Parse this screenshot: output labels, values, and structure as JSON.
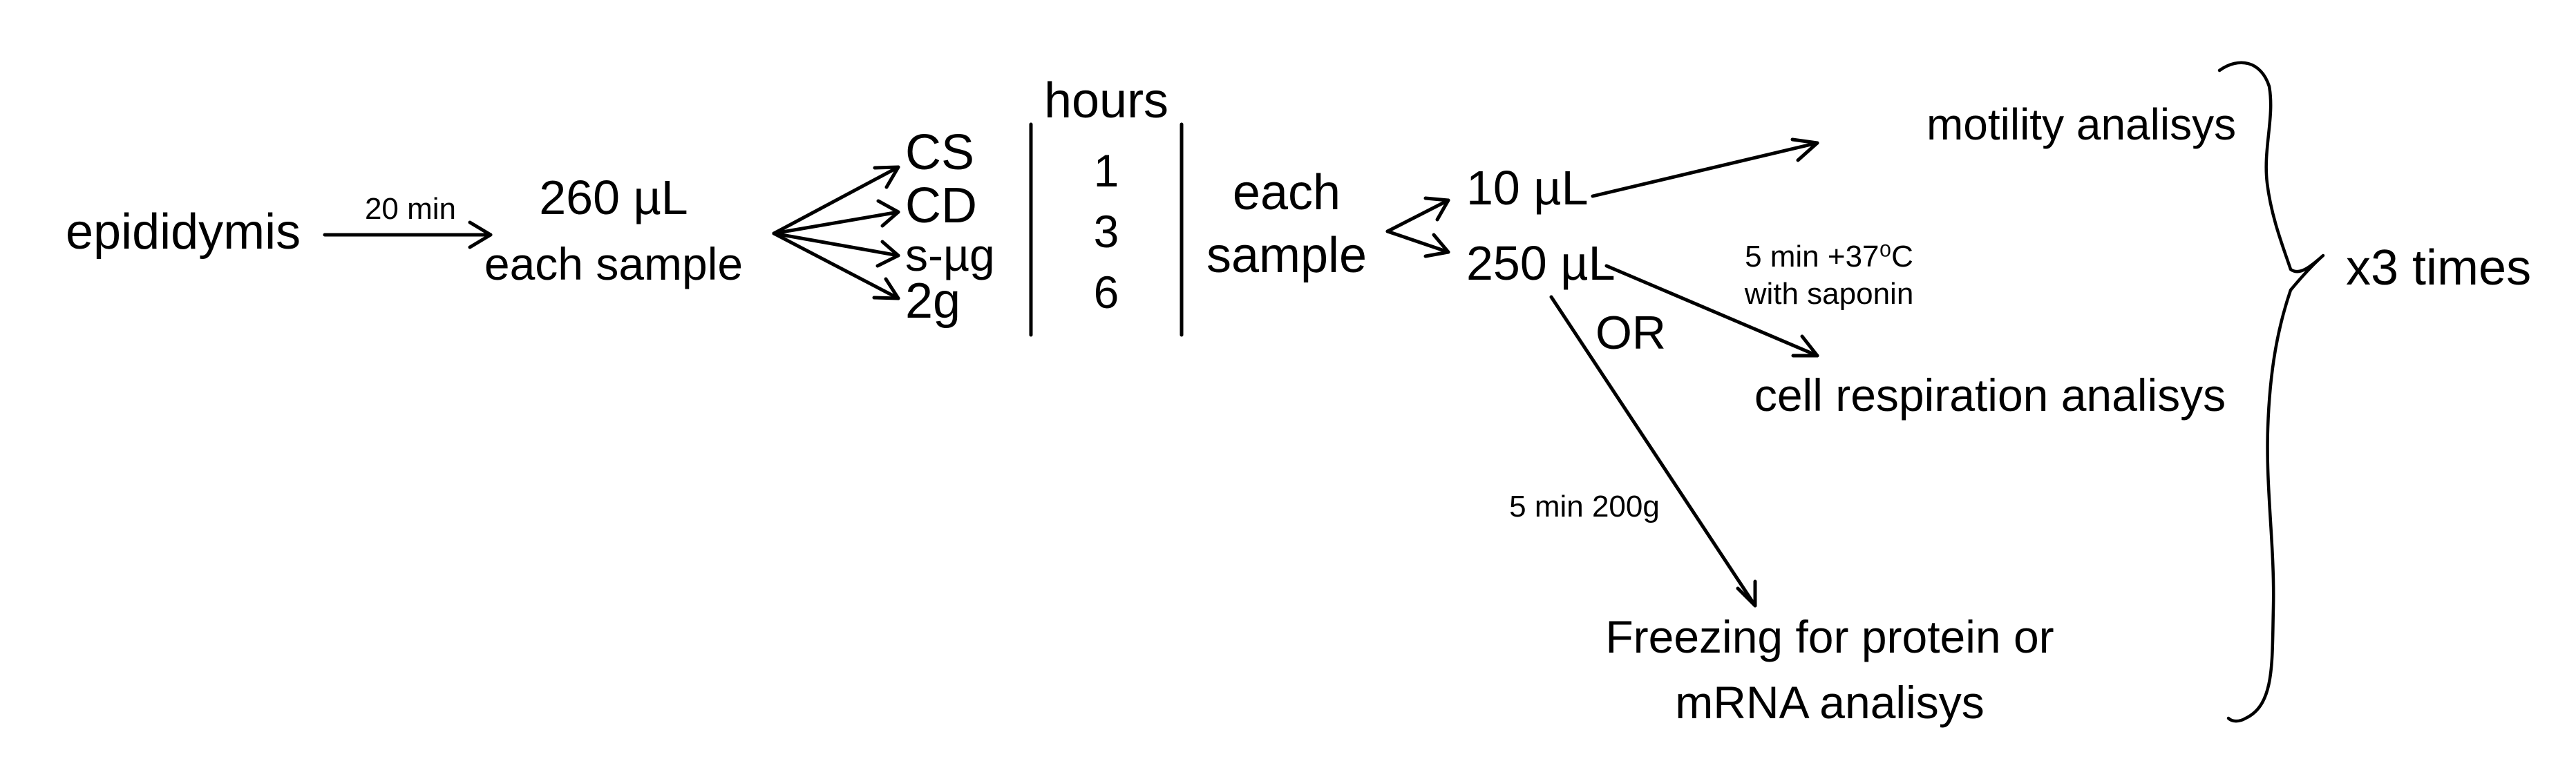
{
  "diagram": {
    "start": "epididymis",
    "step1_time": "20 min",
    "volume_main": "260 µL",
    "each_sample_1": "each sample",
    "conditions": [
      "CS",
      "CD",
      "s-µg",
      "2g"
    ],
    "hours_header": "hours",
    "hours": [
      "1",
      "3",
      "6"
    ],
    "each_sample_2_line1": "each",
    "each_sample_2_line2": "sample",
    "aliquot_small": "10 µL",
    "aliquot_large": "250 µL",
    "or_label": "OR",
    "motility": "motility analisys",
    "saponin_line1": "5 min +37⁰C",
    "saponin_line2": "with saponin",
    "respiration": "cell respiration analisys",
    "centrifuge": "5 min 200g",
    "freezing_line1": "Freezing for protein or",
    "freezing_line2": "mRNA analisys",
    "repeat": "x3 times"
  }
}
